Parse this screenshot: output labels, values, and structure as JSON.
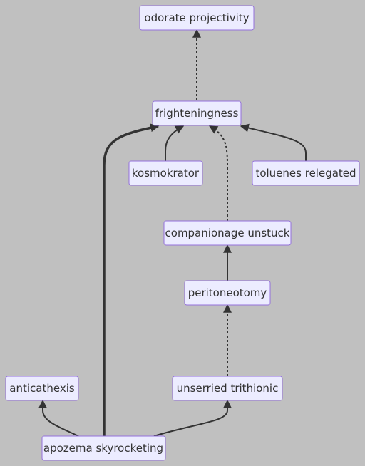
{
  "diagram": {
    "nodes": {
      "odorate_projectivity": "odorate projectivity",
      "frighteningness": "frighteningness",
      "kosmokrator": "kosmokrator",
      "toluenes_relegated": "toluenes relegated",
      "companionage_unstuck": "companionage unstuck",
      "peritoneotomy": "peritoneotomy",
      "anticathexis": "anticathexis",
      "unserried_trithionic": "unserried trithionic",
      "apozema_skyrocketing": "apozema skyrocketing"
    },
    "edges": [
      {
        "from": "frighteningness",
        "to": "odorate projectivity",
        "style": "dotted"
      },
      {
        "from": "apozema skyrocketing",
        "to": "frighteningness",
        "style": "thick"
      },
      {
        "from": "kosmokrator",
        "to": "frighteningness",
        "style": "solid"
      },
      {
        "from": "companionage unstuck",
        "to": "frighteningness",
        "style": "dotted"
      },
      {
        "from": "toluenes relegated",
        "to": "frighteningness",
        "style": "solid"
      },
      {
        "from": "peritoneotomy",
        "to": "companionage unstuck",
        "style": "solid"
      },
      {
        "from": "unserried trithionic",
        "to": "peritoneotomy",
        "style": "dotted"
      },
      {
        "from": "apozema skyrocketing",
        "to": "anticathexis",
        "style": "solid"
      },
      {
        "from": "apozema skyrocketing",
        "to": "unserried trithionic",
        "style": "solid"
      }
    ]
  }
}
